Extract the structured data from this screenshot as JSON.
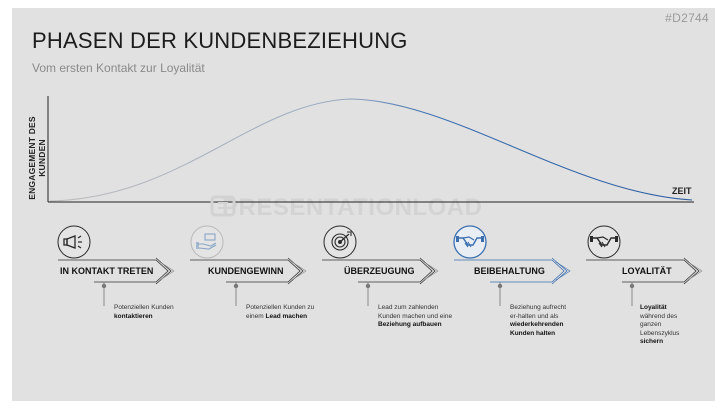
{
  "code": "#D2744",
  "title": "PHASEN DER KUNDENBEZIEHUNG",
  "subtitle": "Vom ersten Kontakt zur Loyalität",
  "y_axis_label": "ENGAGEMENT DES KUNDEN",
  "x_axis_label": "ZEIT",
  "watermark": "PRESENTATIONLOAD",
  "colors": {
    "accent": "#3b6fb0",
    "curve_light": "#b4b4b4",
    "dark": "#222222",
    "background": "#e1e1e1"
  },
  "phases": [
    {
      "label": "IN KONTAKT TRETEN",
      "icon": "megaphone-icon",
      "desc_pre": "Potenziellen Kunden",
      "desc_bold": "kontaktieren",
      "highlight": false
    },
    {
      "label": "KUNDENGEWINN",
      "icon": "hand-money-icon",
      "desc_pre": "Potenziellen Kunden zu einem",
      "desc_bold": "Lead machen",
      "highlight": false
    },
    {
      "label": "ÜBERZEUGUNG",
      "icon": "target-icon",
      "desc_pre": "Lead zum zahlenden Kunden machen und eine",
      "desc_bold": "Beziehung aufbauen",
      "highlight": false
    },
    {
      "label": "BEIBEHALTUNG",
      "icon": "handshake-icon",
      "desc_pre": "Beziehung aufrecht er-halten und als",
      "desc_bold": "wiederkehrenden Kunden halten",
      "highlight": true
    },
    {
      "label": "LOYALITÄT",
      "icon": "handshake-icon",
      "desc_pre": "",
      "desc_bold": "Loyalität",
      "desc_post": "während des ganzen Lebenszyklus",
      "desc_bold2": "sichern",
      "highlight": false
    }
  ]
}
